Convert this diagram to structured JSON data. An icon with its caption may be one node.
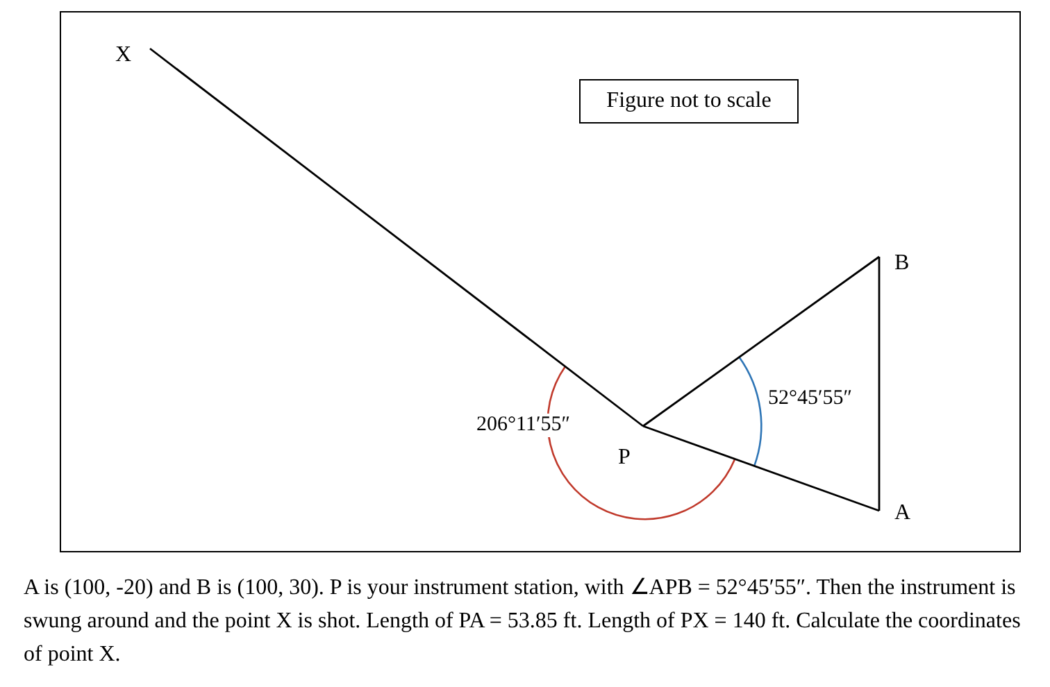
{
  "diagram": {
    "caption": "A is (100, -20) and B is (100, 30). P is your instrument station, with ∠APB = 52°45′55″. Then the instrument is swung around and the point X is shot. Length of PA = 53.85 ft. Length of PX = 140 ft. Calculate the coordinates of point X.",
    "nodes": [
      {
        "text": [
          "X"
        ]
      },
      {
        "text": [
          "Figure not to scale"
        ]
      },
      {
        "text": [
          "B"
        ]
      },
      {
        "text": [
          "P"
        ]
      },
      {
        "text": [
          "A"
        ]
      }
    ],
    "edges": [
      {
        "from": 0,
        "to": 3,
        "arrow": "none"
      },
      {
        "from": 3,
        "to": 2,
        "arrow": "none"
      },
      {
        "from": 2,
        "to": 4,
        "arrow": "none"
      },
      {
        "from": 3,
        "to": 4,
        "arrow": "none"
      }
    ],
    "labels": [
      "52°45′55″",
      "206°11′55″"
    ]
  }
}
